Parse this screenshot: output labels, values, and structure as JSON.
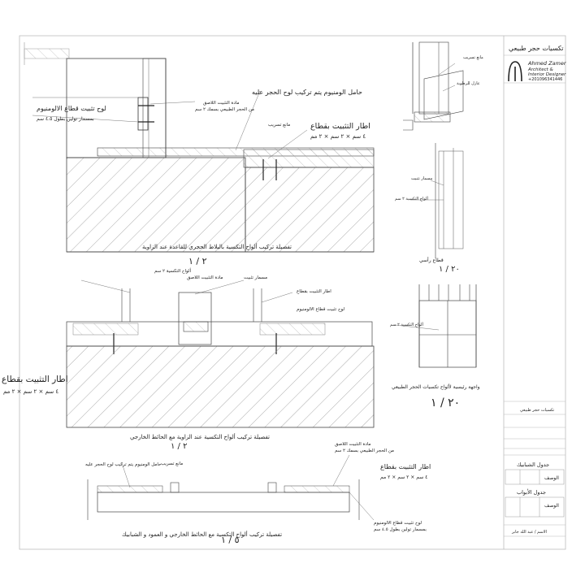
{
  "title_block": {
    "project_title": "تكسيات حجر طبيعي",
    "designer_name": "Ahmed Zamer",
    "designer_role_1": "Architect &",
    "designer_role_2": "Interior Designer",
    "phone": "+201096341446",
    "sheet_name": "تكسيات حجر طبيعي",
    "windows_schedule": "جدول الشبابيك",
    "doors_schedule": "جدول الأبواب",
    "description_col": "الوصف",
    "owner": "الاسم / عبد الله جابر"
  },
  "details": {
    "d1_title": "تفصيلة تركيب ألواح التكسية بالبلاط الحجري للقاعدة عند الزاوية",
    "d1_scale": "٢ / ١",
    "d2_title": "تفصيلة تركيب ألواح التكسية عند الزاوية مع الحائط الخارجي",
    "d2_scale": "٢ / ١",
    "d3_title": "تفصيلة تركيب ألواح التكسية مع الحائط الخارجي و العمود و الشبابيك",
    "d3_scale": "٥ / ١",
    "d4_title": "قطاع رأسي",
    "d4_scale": "٢٠ / ١",
    "d5_title": "واجهة رئيسية لألواح تكسيات الحجر الطبيعي",
    "d5_scale": "٢٠ / ١"
  },
  "annotations": {
    "frame_big_1": "اطار التثبيت بقطاع",
    "frame_big_1_size": "٤ سم × ٢ سم × ٢ مم",
    "frame_big_2": "اطار التثبيت بقطاع",
    "frame_big_2_size": "٤ سم × ٢ سم × ٢ مم",
    "aluminum_plate": "لوح تثبيت قطاع الالومنيوم",
    "aluminum_screw": "بمسمار تولين بطول ٤.٥ سم",
    "aluminum_bracket": "حامل الومنيوم يتم تركيب لوح الحجر عليه",
    "adhesive": "مادة التثبيت اللاصق",
    "stone_thick": "من الحجر الطبيعي بسمك ٢ سم",
    "anchor": "مانع تسريب",
    "frame_small": "اطار التثبيت بقطاع",
    "frame_small_size": "٤ سم × ٢ سم × ٢ مم",
    "stone_plate": "ألواح التكسية ٢ سم",
    "screw_note": "مسمار تثبيت",
    "seal_note": "عازل للرطوبة"
  }
}
